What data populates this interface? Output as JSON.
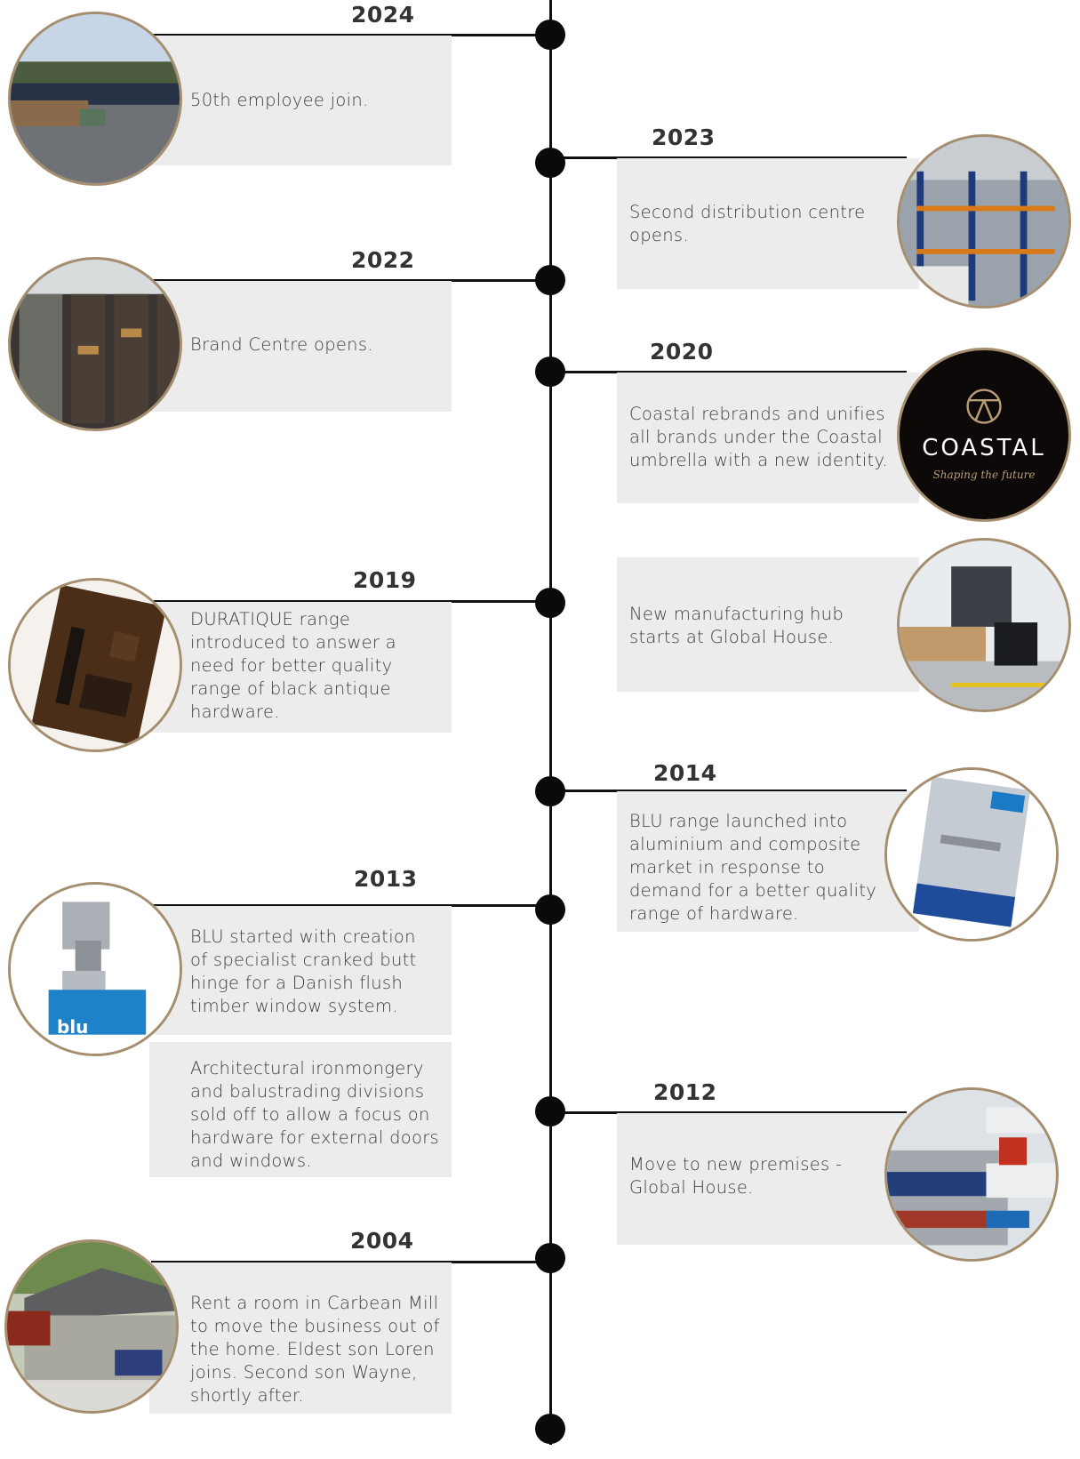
{
  "events": [
    {
      "year": "2024",
      "text": "50th employee join.",
      "photo": "staff-group-photo"
    },
    {
      "year": "2023",
      "text": "Second distribution centre\nopens.",
      "photo": "warehouse-photo"
    },
    {
      "year": "2022",
      "text": "Brand Centre opens.",
      "photo": "showroom-photo"
    },
    {
      "year": "2020",
      "text": "Coastal rebrands and unifies\nall brands under the Coastal\numbrella with a new identity.",
      "photo": "coastal-logo",
      "logo_text": "COASTAL",
      "logo_tagline": "Shaping the future"
    },
    {
      "year": "2019",
      "text": "DURATIQUE range\nintroduced to answer a\nneed for better quality\nrange of black antique\nhardware.",
      "photo": "duratique-brochure-photo"
    },
    {
      "year": "",
      "text": "New manufacturing hub\nstarts at Global House.",
      "photo": "manufacturing-hub-photo"
    },
    {
      "year": "2014",
      "text": "BLU range launched into\naluminium and composite\nmarket in response to\ndemand for a better quality\nrange of hardware.",
      "photo": "blu-brochure-photo"
    },
    {
      "year": "2013",
      "text": "BLU started with creation\nof specialist cranked butt\nhinge for a Danish flush\ntimber window system.",
      "photo": "blu-hinge-photo",
      "badge_text": "blu"
    },
    {
      "year": "",
      "text": "Architectural ironmongery\nand balustrading divisions\nsold off to allow a focus on\nhardware for external doors\nand windows."
    },
    {
      "year": "2012",
      "text": "Move to new premises -\nGlobal House.",
      "photo": "global-house-photo"
    },
    {
      "year": "2004",
      "text": "Rent a room in Carbean Mill\nto move the business out of\nthe home. Eldest son Loren\njoins. Second son Wayne,\nshortly after.",
      "photo": "carbean-mill-photo"
    }
  ],
  "colors": {
    "card": "#ececec",
    "ring": "#a58e6e",
    "line": "#111111"
  }
}
